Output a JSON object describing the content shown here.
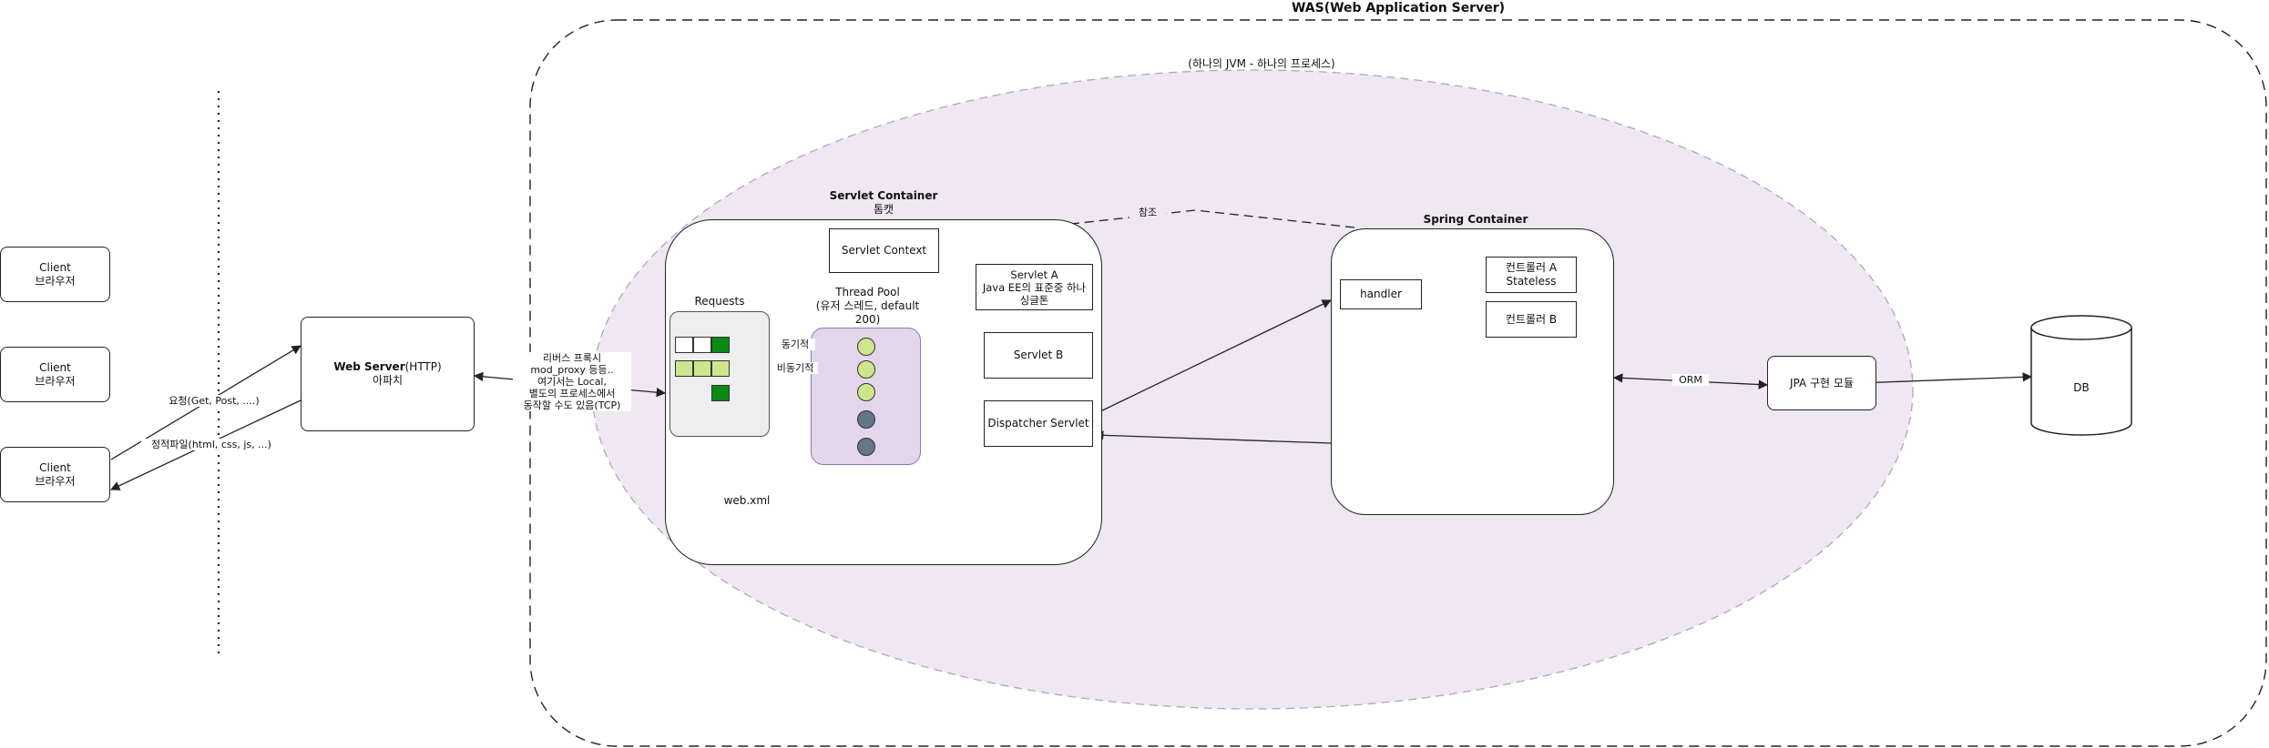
{
  "was": {
    "title": "WAS(Web Application Server)",
    "jvm_label": "(하나의 JVM - 하나의 프로세스)"
  },
  "clients": [
    {
      "line1": "Client",
      "line2": "브라우저"
    },
    {
      "line1": "Client",
      "line2": "브라우저"
    },
    {
      "line1": "Client",
      "line2": "브라우저"
    }
  ],
  "client_edges": {
    "request": "요청(Get, Post, ....)",
    "static_files": "정적파일(html, css, js, ...)"
  },
  "web_server": {
    "name": "Web Server",
    "protocol": "(HTTP)",
    "impl": "아파치"
  },
  "reverse_proxy": "리버스 프록시\nmod_proxy 등등..\n여기서는 Local,\n별도의 프로세스에서\n동작할 수도 있음(TCP)",
  "servlet_container": {
    "title": "Servlet Container",
    "subtitle": "톰캣",
    "servlet_context": "Servlet Context",
    "requests_label": "Requests",
    "thread_pool_label": "Thread Pool\n(유저 스레드, default\n200)",
    "sync_label": "동기적",
    "async_label": "비동기적",
    "servlet_a": "Servlet A\nJava EE의 표준중 하나\n싱글톤",
    "servlet_b": "Servlet B",
    "dispatcher": "Dispatcher Servlet",
    "web_xml": "web.xml"
  },
  "reference_label": "참조",
  "spring_container": {
    "title": "Spring Container",
    "handler": "handler",
    "controller_a": "컨트롤러 A\nStateless",
    "controller_b": "컨트롤러 B"
  },
  "orm_label": "ORM",
  "jpa": "JPA 구현 모듈",
  "db": "DB",
  "colors": {
    "jvm_fill": "#efe7f2",
    "thread_pool_fill": "#e4d6ea",
    "requests_fill": "#eeeeee",
    "queue_green_dark": "#0a8a17",
    "queue_green_light": "#cde68c",
    "thread_idle": "#647687",
    "line": "#222222"
  }
}
